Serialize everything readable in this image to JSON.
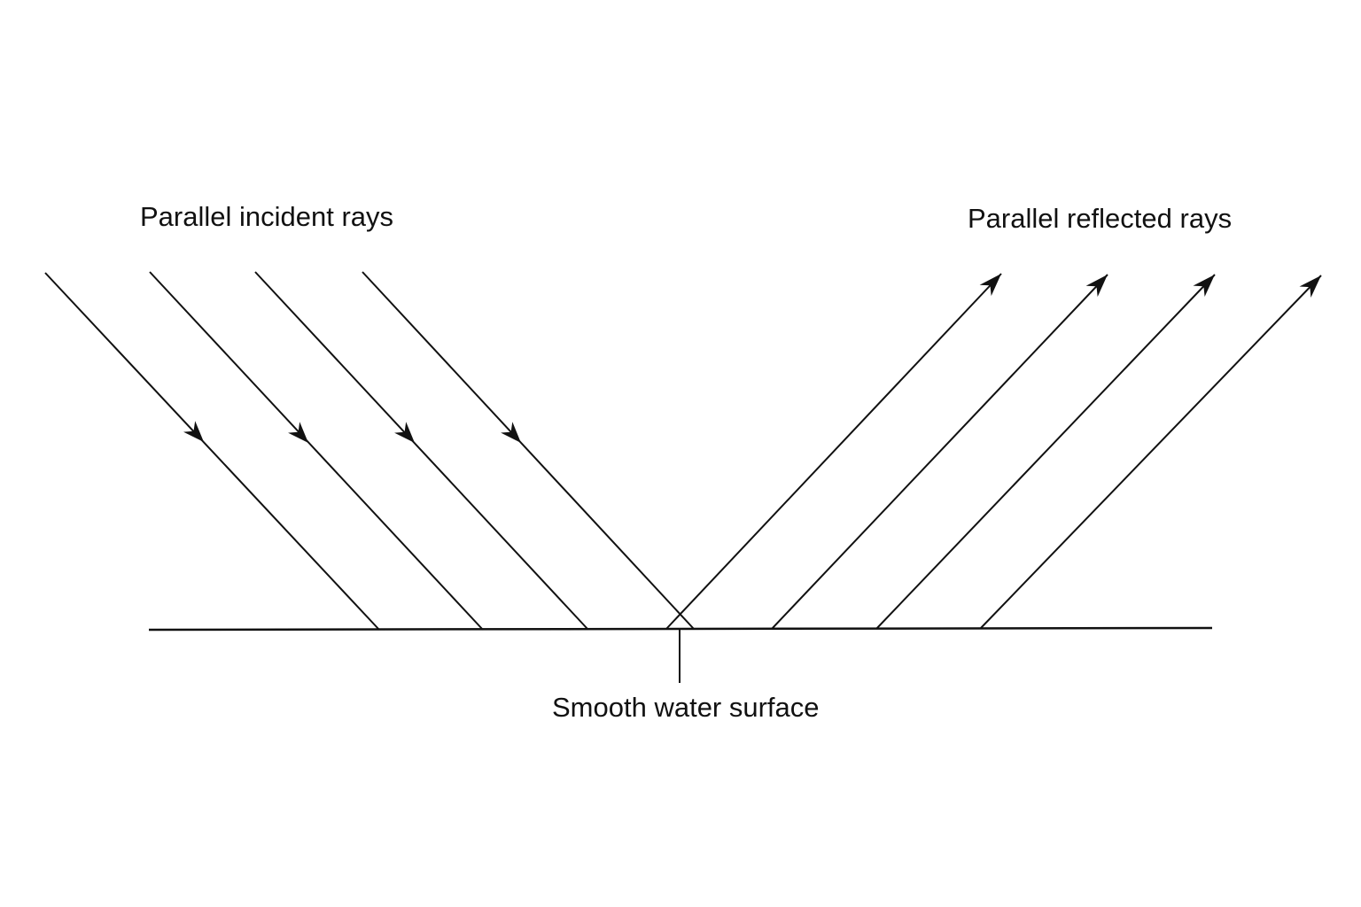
{
  "labels": {
    "incident": "Parallel incident rays",
    "reflected": "Parallel reflected rays",
    "surface": "Smooth water surface"
  },
  "rays": {
    "incident_count": 4,
    "reflected_count": 4
  },
  "colors": {
    "stroke": "#111111",
    "background": "#ffffff"
  }
}
